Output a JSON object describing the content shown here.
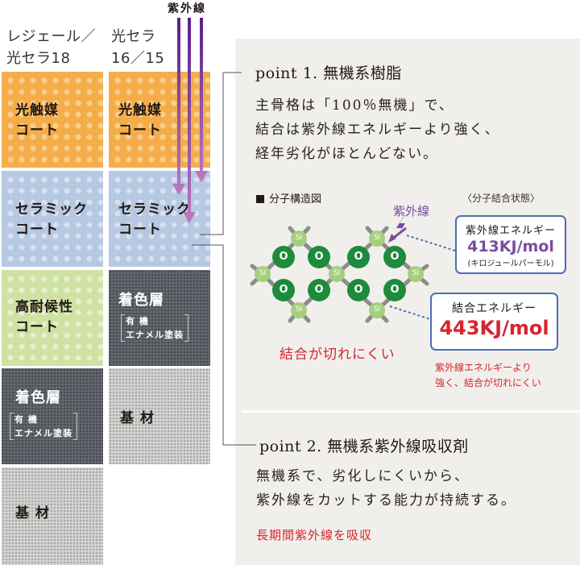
{
  "uv_label": "紫外線",
  "columns": [
    {
      "label_line1": "レジェール／",
      "label_line2": "光セラ18",
      "layers": [
        {
          "name": "光触媒",
          "name2": "コート",
          "pattern": "orange"
        },
        {
          "name": "セラミック",
          "name2": "コート",
          "pattern": "blue"
        },
        {
          "name": "高耐候性",
          "name2": "コート",
          "pattern": "green"
        },
        {
          "name": "着色層",
          "sub1": "有 機",
          "sub2": "エナメル塗装",
          "pattern": "dark"
        },
        {
          "name": "基 材",
          "pattern": "grey"
        }
      ]
    },
    {
      "label_line1": "光セラ",
      "label_line2": "16／15",
      "layers": [
        {
          "name": "光触媒",
          "name2": "コート",
          "pattern": "orange"
        },
        {
          "name": "セラミック",
          "name2": "コート",
          "pattern": "blue"
        },
        {
          "name": "着色層",
          "sub1": "有 機",
          "sub2": "エナメル塗装",
          "pattern": "dark"
        },
        {
          "name": "基 材",
          "pattern": "grey"
        }
      ]
    }
  ],
  "point1": {
    "title": "point 1. 無機系樹脂",
    "lines": [
      "主骨格は「100％無機」で、",
      "結合は紫外線エネルギーより強く、",
      "経年劣化がほとんどない。"
    ],
    "diagram": {
      "heading": "分子構造図",
      "uv_label": "紫外線",
      "bond_state_label": "〈分子結合状態〉",
      "atoms": {
        "si": "SI",
        "o": "O"
      },
      "uv_energy": {
        "title": "紫外線エネルギー",
        "value": "413KJ/mol",
        "unit_note": "(キロジュールパーモル)"
      },
      "bond_energy": {
        "title": "結合エネルギー",
        "value": "443KJ/mol"
      },
      "caption": "結合が切れにくい",
      "note_line1": "紫外線エネルギーより",
      "note_line2": "強く、結合が切れにくい"
    }
  },
  "point2": {
    "title": "point 2. 無機系紫外線吸収剤",
    "lines": [
      "無機系で、劣化しにくいから、",
      "紫外線をカットする能力が持続する。"
    ],
    "note": "長期間紫外線を吸収"
  },
  "colors": {
    "photocatalyst": "#f5ad4a",
    "ceramic": "#b6c8e2",
    "weather": "#cfe2a4",
    "color_layer": "#666a70",
    "substrate": "#d6d6d4",
    "uv_arrow": "#7b3f98",
    "panel_bg": "#f0efeb",
    "accent_red": "#d8242f",
    "box_border": "#4a6fb5",
    "oxygen": "#1e8a3c",
    "silicon": "#a5cf7e"
  }
}
